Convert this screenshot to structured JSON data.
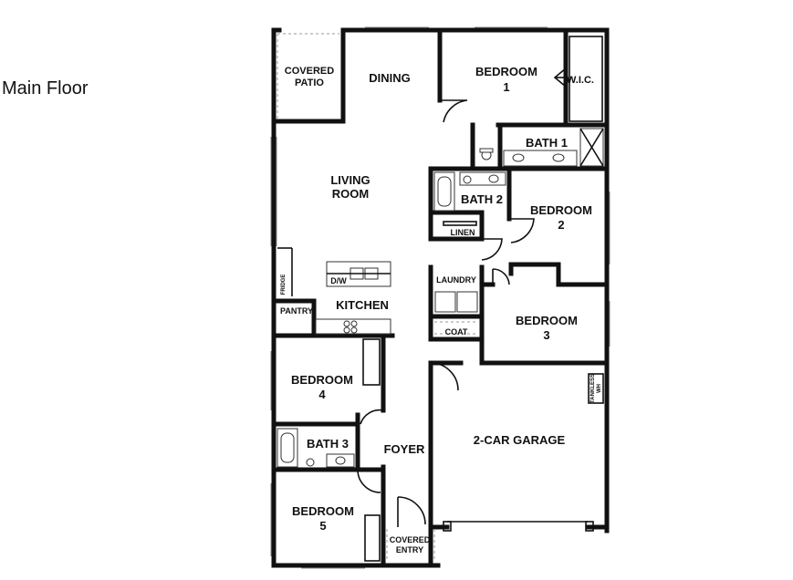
{
  "header": {
    "title": "Main Floor"
  },
  "rooms": {
    "covered_patio": [
      "COVERED",
      "PATIO"
    ],
    "dining": "DINING",
    "bedroom1": [
      "BEDROOM",
      "1"
    ],
    "wic": "W.I.C.",
    "bath1": "BATH 1",
    "living_room": [
      "LIVING",
      "ROOM"
    ],
    "bath2": "BATH 2",
    "bedroom2": [
      "BEDROOM",
      "2"
    ],
    "linen": "LINEN",
    "dw": "D/W",
    "fridge": "FRIDGE",
    "laundry": "LAUNDRY",
    "pantry": "PANTRY",
    "kitchen": "KITCHEN",
    "bedroom3": [
      "BEDROOM",
      "3"
    ],
    "coat": "COAT",
    "bedroom4": [
      "BEDROOM",
      "4"
    ],
    "tankless": [
      "TANKLESS",
      "WH"
    ],
    "bath3": "BATH 3",
    "foyer": "FOYER",
    "garage": "2-CAR GARAGE",
    "bedroom5": [
      "BEDROOM",
      "5"
    ],
    "covered_entry": [
      "COVERED",
      "ENTRY"
    ]
  }
}
